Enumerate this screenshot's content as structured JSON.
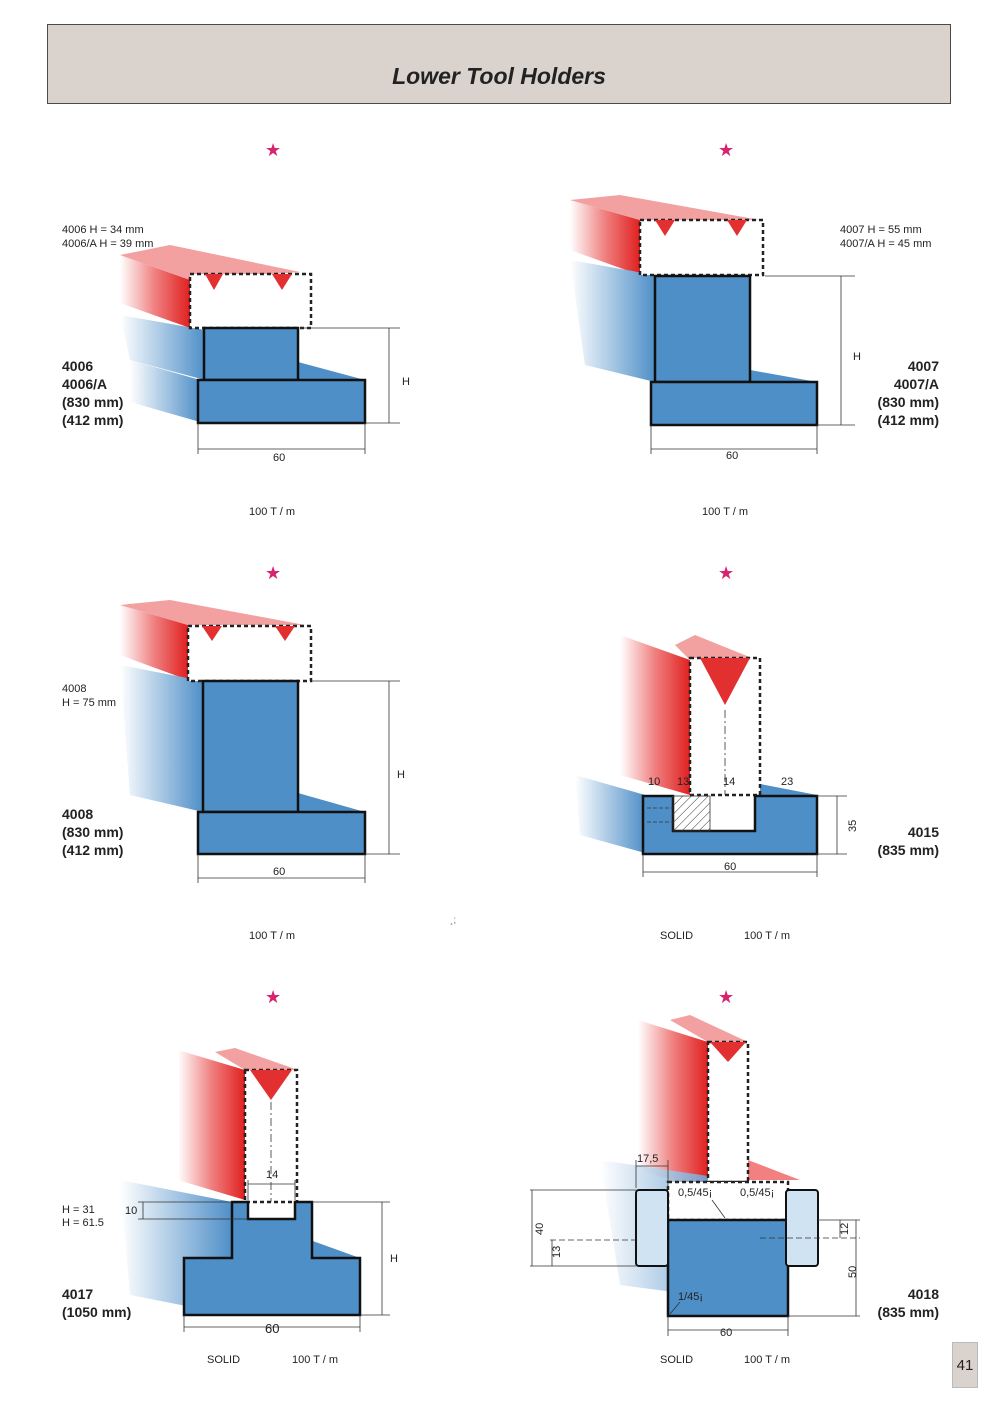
{
  "header": {
    "title": "Lower Tool Holders"
  },
  "star_glyph": "★",
  "tools": [
    {
      "specs": [
        "4006    H = 34 mm",
        "4006/A H = 39 mm"
      ],
      "model": [
        "4006",
        "4006/A",
        "(830 mm)",
        "(412 mm)"
      ],
      "dims": {
        "h": "H",
        "w": "60"
      },
      "footer": [
        "100 T / m"
      ]
    },
    {
      "specs": [
        "4007    H = 55 mm",
        "4007/A H = 45 mm"
      ],
      "model": [
        "4007",
        "4007/A",
        "(830 mm)",
        "(412 mm)"
      ],
      "dims": {
        "h": "H",
        "w": "60"
      },
      "footer": [
        "100 T / m"
      ]
    },
    {
      "specs": [
        "4008",
        "H = 75 mm"
      ],
      "model": [
        "4008",
        "(830 mm)",
        "(412 mm)"
      ],
      "dims": {
        "h": "H",
        "w": "60"
      },
      "footer": [
        "100 T / m"
      ]
    },
    {
      "specs": [],
      "model": [
        "4015",
        "(835 mm)"
      ],
      "dims": {
        "a": "10",
        "b": "13",
        "c": "14",
        "d": "23",
        "h": "35",
        "w": "60"
      },
      "footer": [
        "SOLID",
        "100 T / m"
      ]
    },
    {
      "specs": [
        "H = 31",
        "H = 61.5"
      ],
      "model": [
        "4017",
        "(1050 mm)"
      ],
      "dims": {
        "slot": "14",
        "depth": "10",
        "h": "H",
        "w": "60"
      },
      "footer": [
        "SOLID",
        "100 T / m"
      ]
    },
    {
      "specs": [],
      "model": [
        "4018",
        "(835 mm)"
      ],
      "dims": {
        "top": "17,5",
        "ch1": "0,5/45¡",
        "ch2": "0,5/45¡",
        "ch3": "1/45¡",
        "d40": "40",
        "d13": "13",
        "d12": "12",
        "d50": "50",
        "w": "60"
      },
      "footer": [
        "SOLID",
        "100 T / m"
      ]
    }
  ],
  "page_number": "41",
  "stray_mark": "¸;"
}
